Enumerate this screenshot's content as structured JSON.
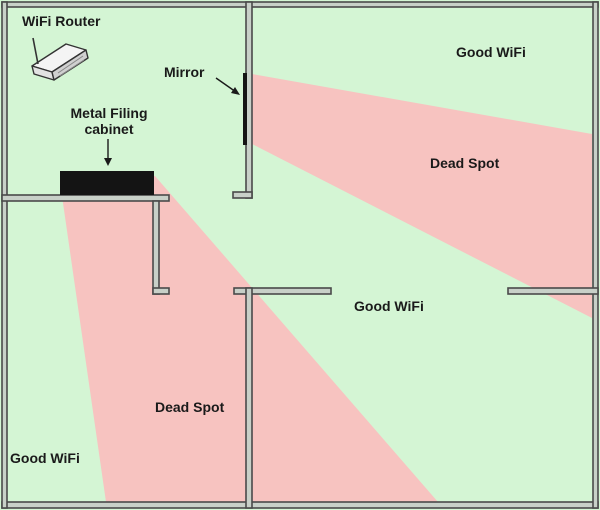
{
  "labels": {
    "router": "WiFi Router",
    "mirror": "Mirror",
    "cabinet_line1": "Metal Filing",
    "cabinet_line2": "cabinet",
    "good_wifi_top_right": "Good WiFi",
    "dead_spot_upper": "Dead Spot",
    "good_wifi_middle": "Good WiFi",
    "dead_spot_lower": "Dead Spot",
    "good_wifi_bottom_left": "Good WiFi"
  },
  "colors": {
    "good_signal": "#d4f5d4",
    "dead_spot": "#f7c3c0",
    "wall_fill": "#c8d0c8",
    "wall_stroke": "#4a4a4a",
    "cabinet": "#141414",
    "mirror": "#141414"
  }
}
